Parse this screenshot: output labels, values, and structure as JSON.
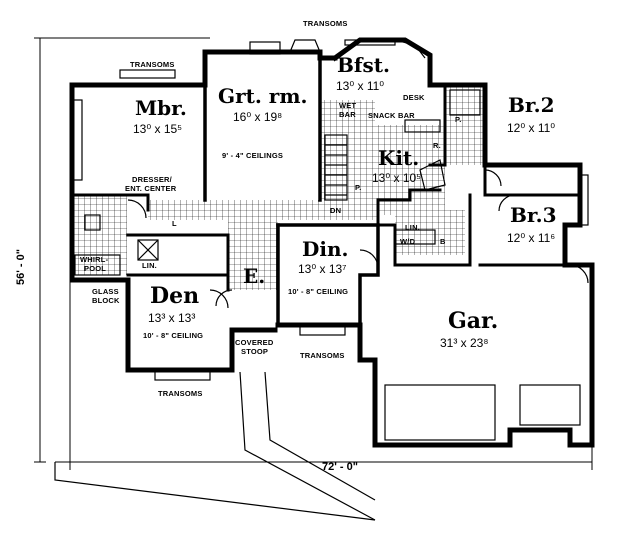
{
  "plan": {
    "rooms": {
      "master_bedroom": {
        "name": "Mbr.",
        "size": "13⁰ x 15⁵"
      },
      "great_room": {
        "name": "Grt. rm.",
        "size": "16⁰ x 19⁸"
      },
      "breakfast": {
        "name": "Bfst.",
        "size": "13⁰ x 11⁰"
      },
      "bedroom_2": {
        "name": "Br.2",
        "size": "12⁰ x 11⁰"
      },
      "bedroom_3": {
        "name": "Br.3",
        "size": "12⁰ x 11⁶"
      },
      "kitchen": {
        "name": "Kit.",
        "size": "13⁰ x 10⁵"
      },
      "dining": {
        "name": "Din.",
        "size": "13⁰ x 13⁷"
      },
      "den": {
        "name": "Den",
        "size": "13³ x 13³"
      },
      "entry": {
        "name": "E."
      },
      "garage": {
        "name": "Gar.",
        "size": "31³ x 23⁸"
      }
    },
    "notes": {
      "transoms": "TRANSOMS",
      "great_room_ceiling": "9' - 4\" CEILINGS",
      "wet_bar": "WET\nBAR",
      "snack_bar": "SNACK BAR",
      "desk": "DESK",
      "dresser": "DRESSER/\nENT. CENTER",
      "whirlpool": "WHIRL-\nPOOL",
      "glass_block": "GLASS\nBLOCK",
      "den_ceiling": "10' - 8\" CEILING",
      "dining_ceiling": "10' - 8\" CEILING",
      "covered_stoop": "COVERED\nSTOOP",
      "dn": "DN",
      "lin": "LIN.",
      "wd": "W/D",
      "p": "P.",
      "b": "B",
      "r": "R.",
      "l": "L"
    },
    "dimensions": {
      "width": "72' - 0\"",
      "depth": "56' - 0\""
    }
  }
}
